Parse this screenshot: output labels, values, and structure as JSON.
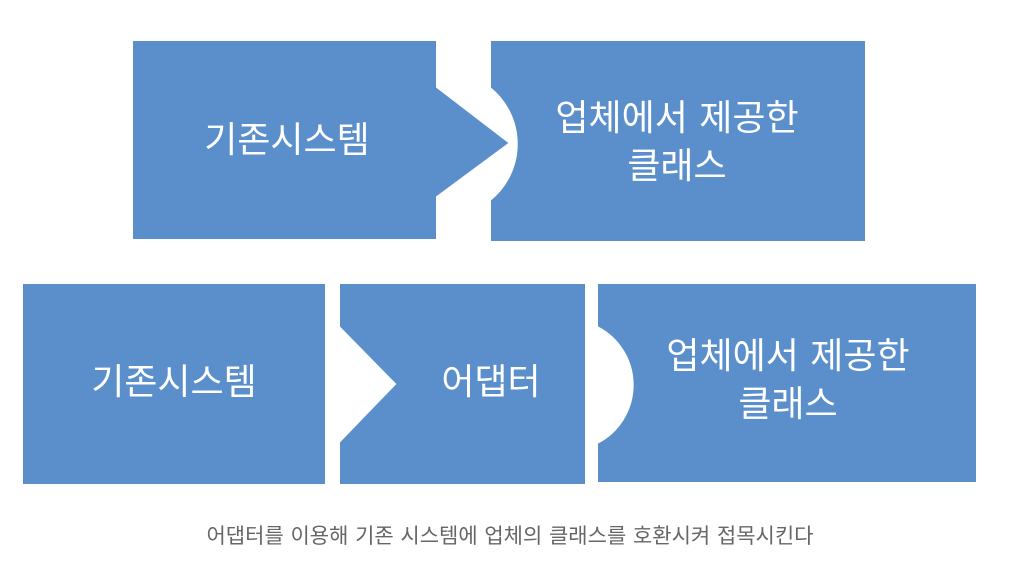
{
  "colors": {
    "block_fill": "#5a8fcb",
    "block_stroke": "#ffffff",
    "label_text": "#ffffff",
    "caption_text": "#666666"
  },
  "top_row": {
    "existing_system": "기존시스템",
    "vendor_class": [
      "업체에서 제공한",
      "클래스"
    ]
  },
  "bottom_row": {
    "existing_system": "기존시스템",
    "adapter": "어댑터",
    "vendor_class": [
      "업체에서 제공한",
      "클래스"
    ]
  },
  "caption": "어댑터를 이용해 기존 시스템에 업체의 클래스를 호환시켜 접목시킨다"
}
